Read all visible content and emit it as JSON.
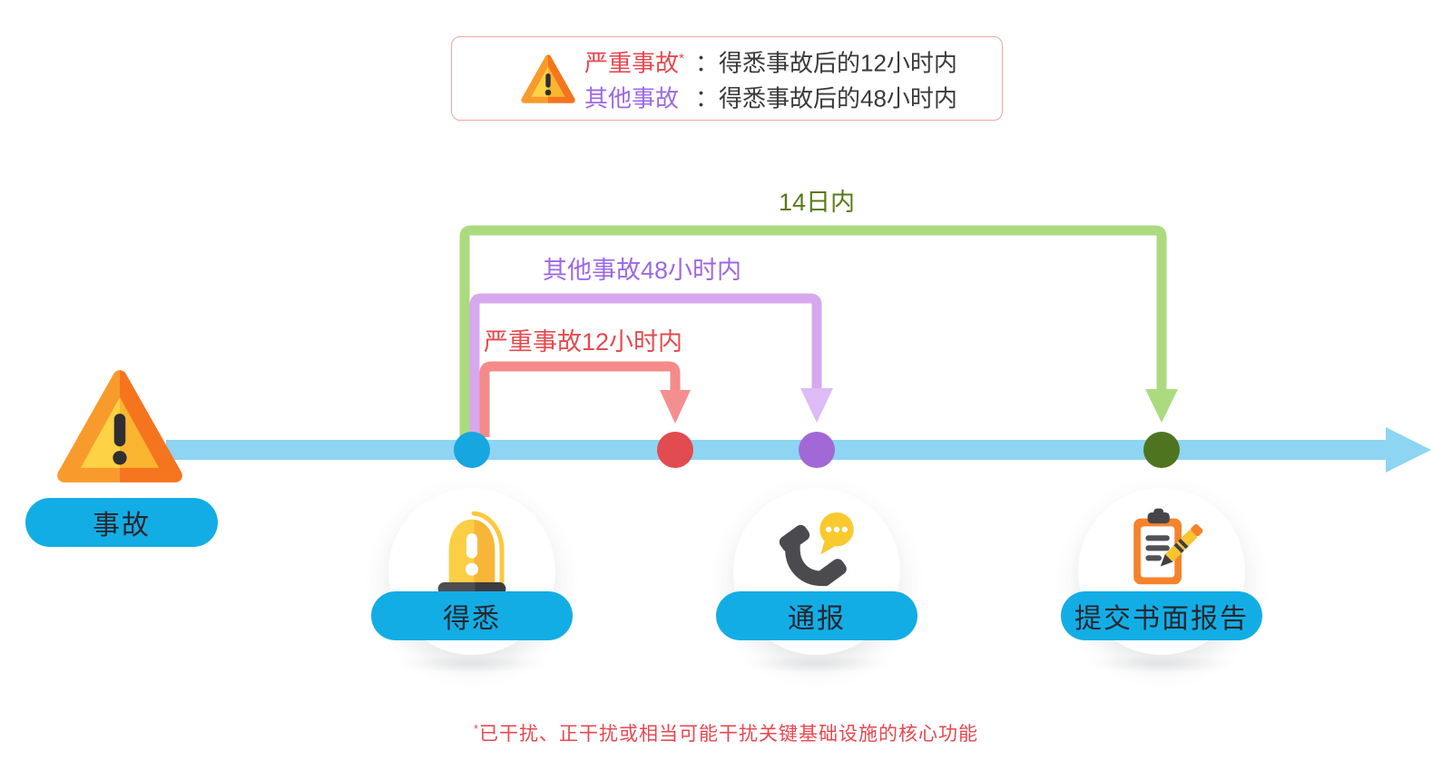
{
  "info_box": {
    "icon": "warning-triangle-icon",
    "border_color": "#f4a3a3",
    "lines": [
      {
        "label": "严重事故",
        "sup": "*",
        "sep": "：",
        "rest": "得悉事故后的12小时内",
        "label_color": "#e8474f"
      },
      {
        "label": "其他事故",
        "sup": "",
        "sep": "：",
        "rest": "得悉事故后的48小时内",
        "label_color": "#9d68e6"
      }
    ]
  },
  "incident": {
    "icon": "warning-triangle-icon",
    "label": "事故"
  },
  "brackets": [
    {
      "label": "严重事故12小时内",
      "stroke": "#f58a8a",
      "arrow": "#f58f8f",
      "text_color": "#e64a4e"
    },
    {
      "label": "其他事故48小时内",
      "stroke": "#d8a8ef",
      "arrow": "#ddbbf5",
      "text_color": "#9d68e6"
    },
    {
      "label": "14日内",
      "stroke": "#abdb7e",
      "arrow": "#abdb7e",
      "text_color": "#587a18"
    }
  ],
  "timeline": {
    "band_color": "#8dd5f2",
    "dots": [
      {
        "name": "incident-known-dot",
        "color": "#16a6e0"
      },
      {
        "name": "severe-12h-dot",
        "color": "#e24b50"
      },
      {
        "name": "other-48h-dot",
        "color": "#a269d6"
      },
      {
        "name": "written-report-dot",
        "color": "#4e7420"
      }
    ]
  },
  "nodes": [
    {
      "label": "得悉",
      "icon": "alarm-icon"
    },
    {
      "label": "通报",
      "icon": "phone-call-icon"
    },
    {
      "label": "提交书面报告",
      "icon": "report-clipboard-icon"
    }
  ],
  "pill": {
    "bg": "#13ade5",
    "text_color": "#26262e"
  },
  "footnote": {
    "sup": "*",
    "text": "已干扰、正干扰或相当可能干扰关键基础设施的核心功能",
    "color": "#e8474f"
  }
}
